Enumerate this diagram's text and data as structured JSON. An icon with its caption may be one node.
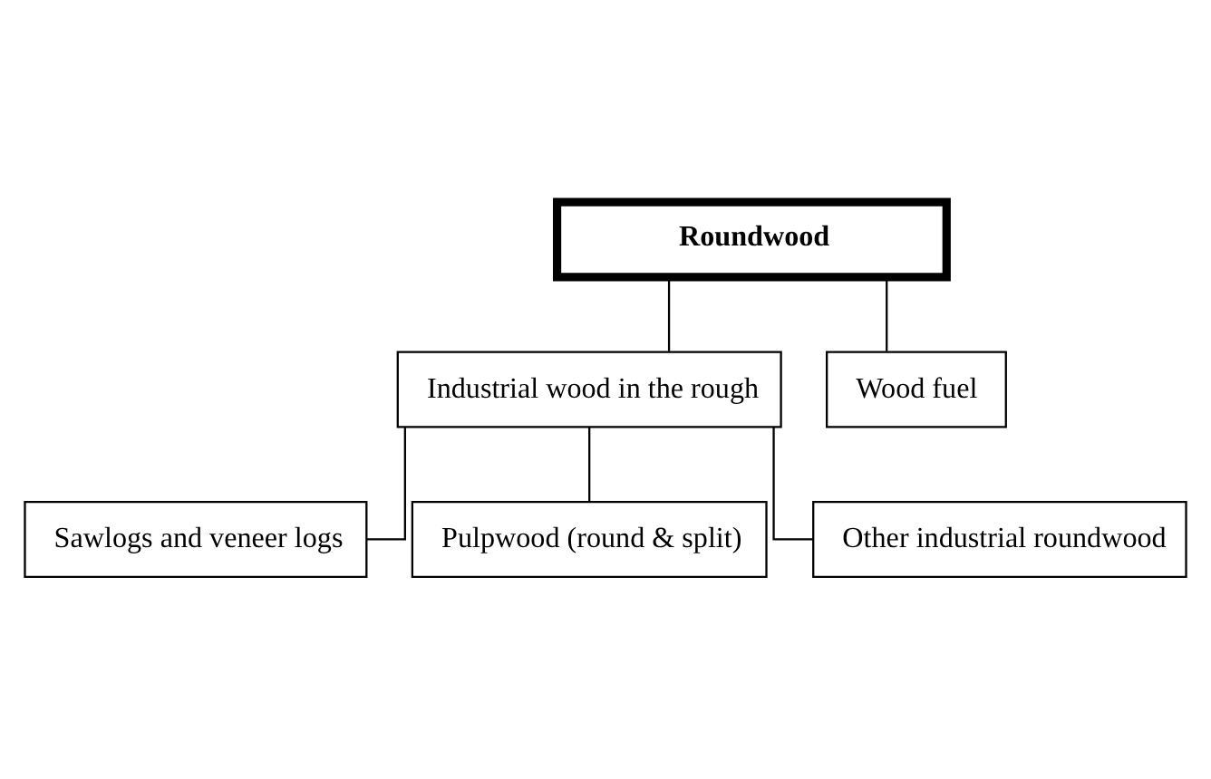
{
  "diagram": {
    "nodes": [
      {
        "text": [
          "Roundwood"
        ]
      },
      {
        "text": [
          "Industrial wood in the rough"
        ]
      },
      {
        "text": [
          "Wood fuel"
        ]
      },
      {
        "text": [
          "Sawlogs and veneer logs"
        ]
      },
      {
        "text": [
          "Pulpwood (round & split)"
        ]
      },
      {
        "text": [
          "Other industrial roundwood"
        ]
      }
    ],
    "edges": [
      {
        "from": 0,
        "to": 1,
        "arrow": "none"
      },
      {
        "from": 0,
        "to": 2,
        "arrow": "none"
      },
      {
        "from": 1,
        "to": 3,
        "arrow": "none"
      },
      {
        "from": 1,
        "to": 4,
        "arrow": "none"
      },
      {
        "from": 1,
        "to": 5,
        "arrow": "none"
      }
    ]
  }
}
